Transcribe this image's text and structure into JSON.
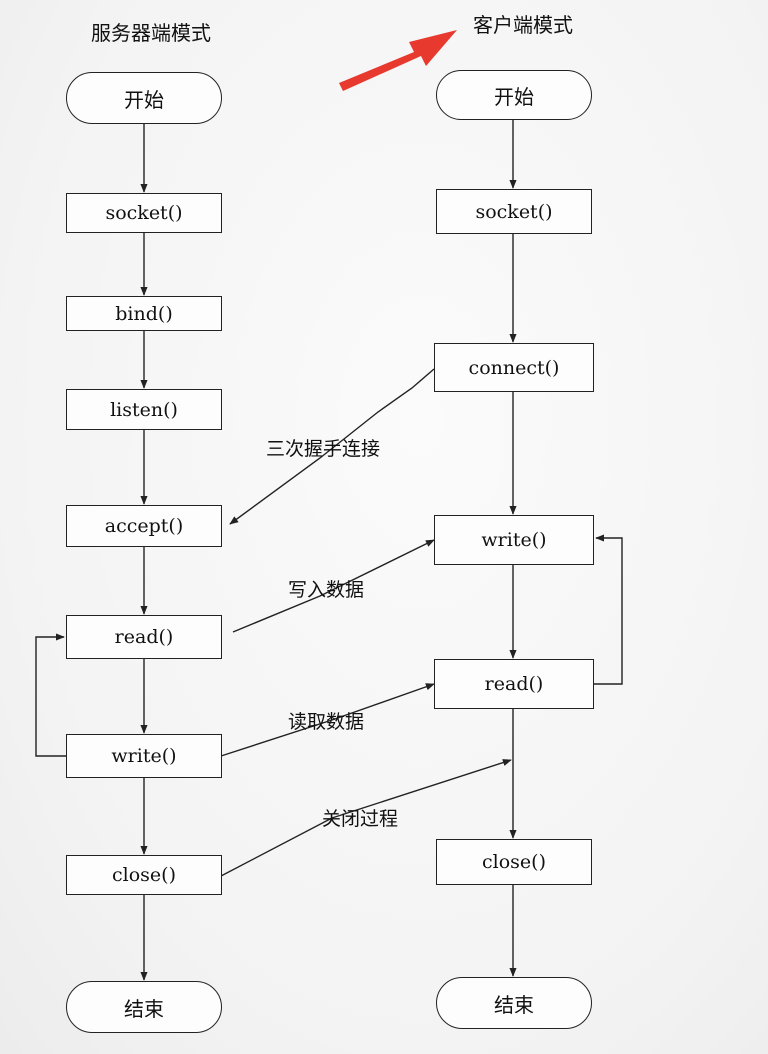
{
  "server": {
    "title": "服务器端模式",
    "nodes": {
      "start": "开始",
      "socket": "socket()",
      "bind": "bind()",
      "listen": "listen()",
      "accept": "accept()",
      "read": "read()",
      "write": "write()",
      "close": "close()",
      "end": "结束"
    }
  },
  "client": {
    "title": "客户端模式",
    "nodes": {
      "start": "开始",
      "socket": "socket()",
      "connect": "connect()",
      "write": "write()",
      "read": "read()",
      "close": "close()",
      "end": "结束"
    }
  },
  "edge_labels": {
    "handshake": "三次握手连接",
    "write_data": "写入数据",
    "read_data": "读取数据",
    "close_process": "关闭过程"
  },
  "colors": {
    "annotation_arrow": "#e8392f",
    "line": "#222222"
  }
}
